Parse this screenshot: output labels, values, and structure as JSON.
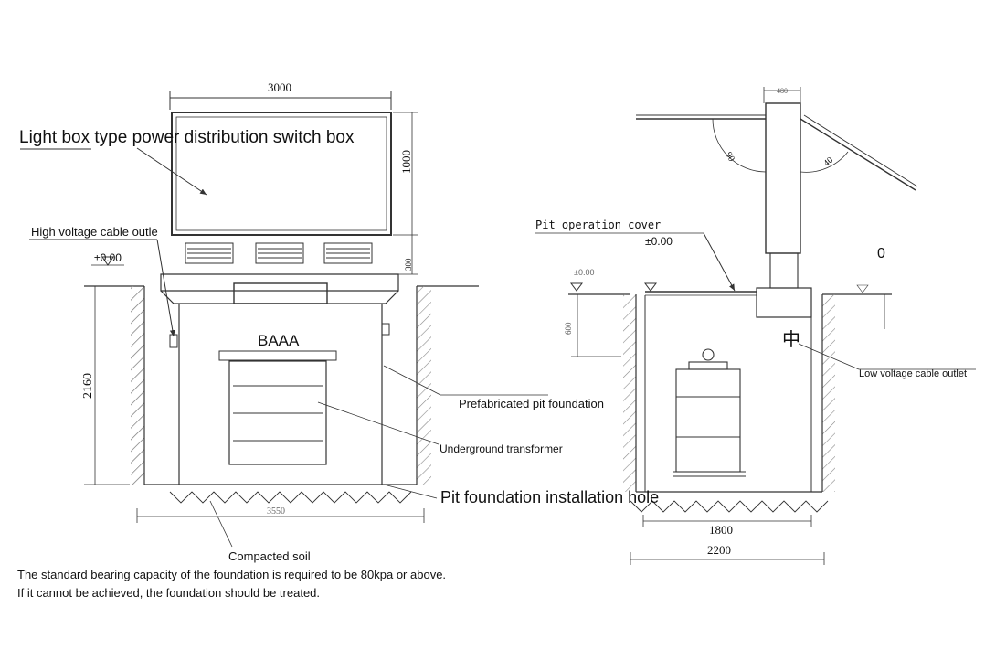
{
  "left": {
    "dim_top_width": "3000",
    "dim_box_height": "1000",
    "dim_vent_height": "300",
    "dim_pit_depth": "2160",
    "dim_bottom_width": "3550",
    "level_mark": "±0.00",
    "center_text": "BAAA",
    "label_switch_box": "Light box type power distribution switch box",
    "label_hv_cable": "High voltage cable outle"
  },
  "right": {
    "dim_column_width": "480",
    "angle_left": "90",
    "angle_right": "40",
    "label_pit_cover": "Pit operation cover",
    "level_mark_top": "±0.00",
    "level_mark_side": "±0.00",
    "dim_side_height": "600",
    "zero_label": "0",
    "chinese_mark": "中",
    "label_lv_cable": "Low voltage cable outlet",
    "dim_inner_width": "1800",
    "dim_outer_width": "2200"
  },
  "callouts": {
    "prefab_pit": "Prefabricated pit foundation",
    "underground_transformer": "Underground transformer",
    "pit_hole": "Pit foundation installation hole"
  },
  "notes": {
    "soil": "Compacted soil",
    "line1": "The standard bearing capacity of the foundation is required to be 80kpa or above.",
    "line2": "If it cannot be achieved, the foundation should be treated."
  }
}
